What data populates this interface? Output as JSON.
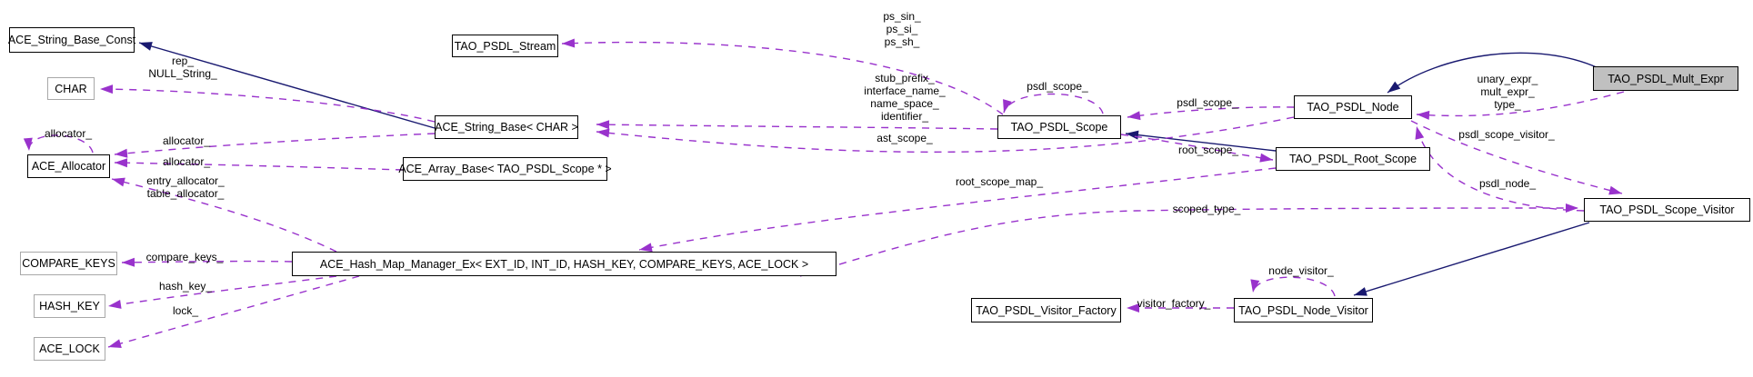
{
  "diagram": {
    "type": "collaboration-graph",
    "colors": {
      "dashed_edge": "#9932CC",
      "solid_edge": "#191970",
      "node_border": "#000000",
      "tpl_border": "#a8a8a8",
      "hl_fill": "#c0c0c0",
      "bg": "#ffffff"
    },
    "nodes": [
      {
        "label": "ACE_String_Base_Const"
      },
      {
        "label": "CHAR"
      },
      {
        "label": "ACE_Allocator"
      },
      {
        "label": "COMPARE_KEYS"
      },
      {
        "label": "HASH_KEY"
      },
      {
        "label": "ACE_LOCK"
      },
      {
        "label": "TAO_PSDL_Stream"
      },
      {
        "label": "ACE_String_Base< CHAR >"
      },
      {
        "label": "ACE_Array_Base< TAO_PSDL_Scope * >"
      },
      {
        "label": "ACE_Hash_Map_Manager_Ex< EXT_ID, INT_ID, HASH_KEY, COMPARE_KEYS, ACE_LOCK >"
      },
      {
        "label": "TAO_PSDL_Scope"
      },
      {
        "label": "TAO_PSDL_Node"
      },
      {
        "label": "TAO_PSDL_Root_Scope"
      },
      {
        "label": "TAO_PSDL_Mult_Expr"
      },
      {
        "label": "TAO_PSDL_Scope_Visitor"
      },
      {
        "label": "TAO_PSDL_Visitor_Factory"
      },
      {
        "label": "TAO_PSDL_Node_Visitor"
      }
    ],
    "edge_labels": [
      {
        "text": "rep_\nNULL_String_"
      },
      {
        "text": "allocator_"
      },
      {
        "text": "allocator_"
      },
      {
        "text": "allocator_"
      },
      {
        "text": "entry_allocator_\ntable_allocator_"
      },
      {
        "text": "compare_keys_"
      },
      {
        "text": "hash_key_"
      },
      {
        "text": "lock_"
      },
      {
        "text": "ps_sin_\nps_si_\nps_sh_"
      },
      {
        "text": "stub_prefix_\ninterface_name_\nname_space_\nidentifier_"
      },
      {
        "text": "ast_scope_"
      },
      {
        "text": "psdl_scope_"
      },
      {
        "text": "psdl_scope_"
      },
      {
        "text": "root_scope_"
      },
      {
        "text": "root_scope_map_"
      },
      {
        "text": "scoped_type_"
      },
      {
        "text": "unary_expr_\nmult_expr_\ntype_"
      },
      {
        "text": "psdl_scope_visitor_"
      },
      {
        "text": "psdl_node_"
      },
      {
        "text": "node_visitor_"
      },
      {
        "text": "visitor_factory_"
      }
    ]
  }
}
